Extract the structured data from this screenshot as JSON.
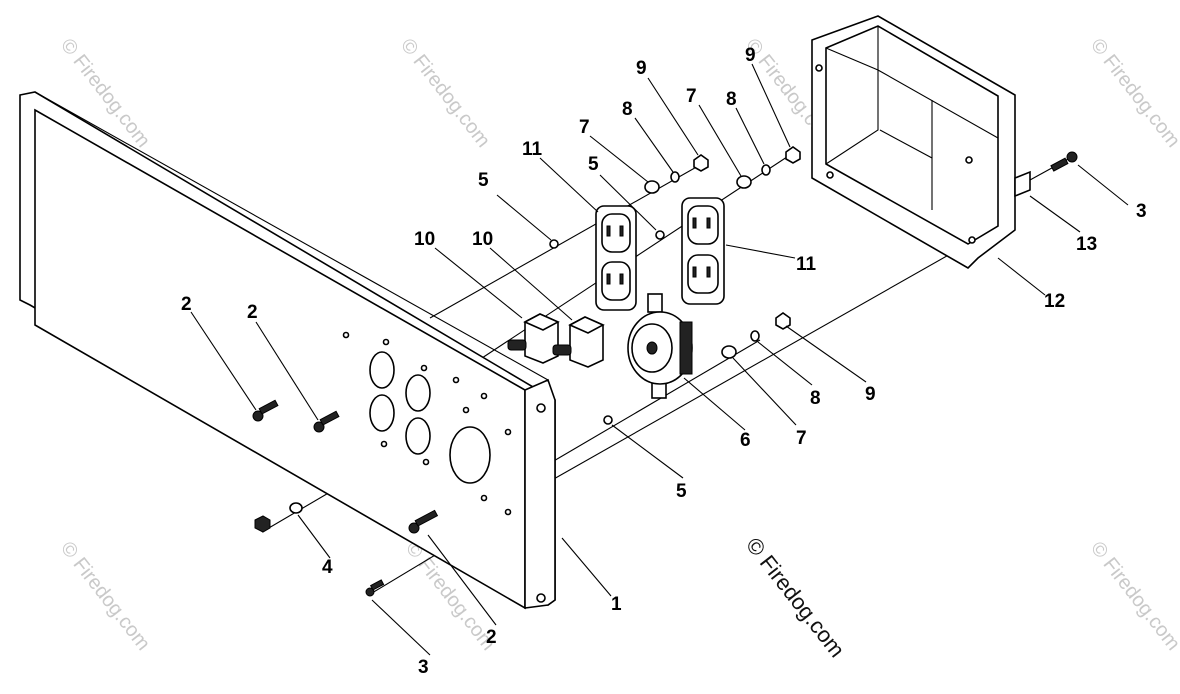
{
  "diagram": {
    "copyright": "© Firedog.com",
    "watermark": "© Firedog.com",
    "callouts": [
      "1",
      "2",
      "2",
      "2",
      "3",
      "3",
      "4",
      "5",
      "5",
      "5",
      "6",
      "7",
      "7",
      "7",
      "8",
      "8",
      "8",
      "9",
      "9",
      "9",
      "10",
      "10",
      "11",
      "11",
      "12",
      "13"
    ]
  }
}
